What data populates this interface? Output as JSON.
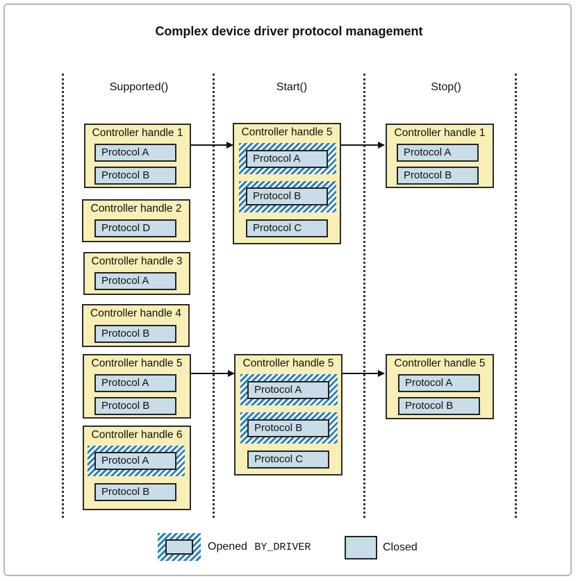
{
  "title": "Complex device driver protocol management",
  "columns": {
    "supported": "Supported()",
    "start": "Start()",
    "stop": "Stop()"
  },
  "supported": {
    "h1": {
      "label": "Controller handle 1",
      "p1": "Protocol A",
      "p2": "Protocol B"
    },
    "h2": {
      "label": "Controller handle 2",
      "p1": "Protocol D"
    },
    "h3": {
      "label": "Controller handle 3",
      "p1": "Protocol A"
    },
    "h4": {
      "label": "Controller handle 4",
      "p1": "Protocol B"
    },
    "h5": {
      "label": "Controller handle 5",
      "p1": "Protocol A",
      "p2": "Protocol B"
    },
    "h6": {
      "label": "Controller handle 6",
      "p1": "Protocol A",
      "p2": "Protocol B"
    }
  },
  "start": {
    "top": {
      "label": "Controller handle 5",
      "p1": "Protocol A",
      "p2": "Protocol B",
      "p3": "Protocol C"
    },
    "bottom": {
      "label": "Controller handle 5",
      "p1": "Protocol A",
      "p2": "Protocol B",
      "p3": "Protocol C"
    }
  },
  "stop": {
    "top": {
      "label": "Controller handle 1",
      "p1": "Protocol A",
      "p2": "Protocol B"
    },
    "bottom": {
      "label": "Controller handle 5",
      "p1": "Protocol A",
      "p2": "Protocol B"
    }
  },
  "legend": {
    "opened_word": "Opened",
    "opened_mode": "BY_DRIVER",
    "closed": "Closed"
  },
  "colors": {
    "controller_fill": "#f7efb5",
    "protocol_fill": "#c8dde8",
    "hatch_blue": "#2f7fc0"
  }
}
